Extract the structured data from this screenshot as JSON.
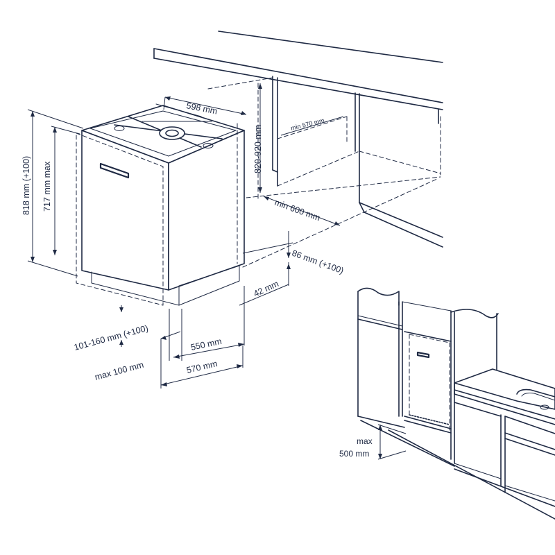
{
  "labels": {
    "appliance_width": "598 mm",
    "niche_height": "820-920 mm",
    "min_depth_570": "min 570 mm",
    "min_depth_600": "min 600 mm",
    "height_818": "818 mm (+100)",
    "height_717": "717 mm max",
    "plinth_86": "86 mm (+100)",
    "plinth_42": "42 mm",
    "door_gap": "101-160 mm (+100)",
    "max_100": "max 100 mm",
    "depth_550": "550 mm",
    "depth_570": "570 mm",
    "max_500_line1": "max",
    "max_500_line2": "500 mm"
  },
  "colors": {
    "ink": "#1f2a44",
    "background": "#ffffff"
  }
}
